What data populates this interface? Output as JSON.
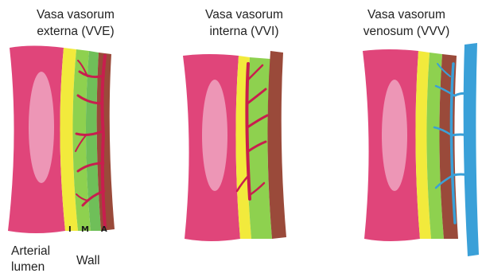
{
  "panels": [
    {
      "title_line1": "Vasa vasorum",
      "title_line2": "externa (VVE)"
    },
    {
      "title_line1": "Vasa vasorum",
      "title_line2": "interna (VVI)"
    },
    {
      "title_line1": "Vasa vasorum",
      "title_line2": "venosum (VVV)"
    }
  ],
  "labels": {
    "lumen_line1": "Arterial",
    "lumen_line2": "lumen",
    "wall": "Wall",
    "layer_i": "I",
    "layer_m": "M",
    "layer_a": "A"
  },
  "colors": {
    "lumen": "#e0457a",
    "intima_yellow": "#f2ea3c",
    "media_green": "#8ed14f",
    "adventitia_brown": "#9a4a3a",
    "vessel_red": "#c81e4e",
    "vein_blue": "#3aa0d8"
  }
}
